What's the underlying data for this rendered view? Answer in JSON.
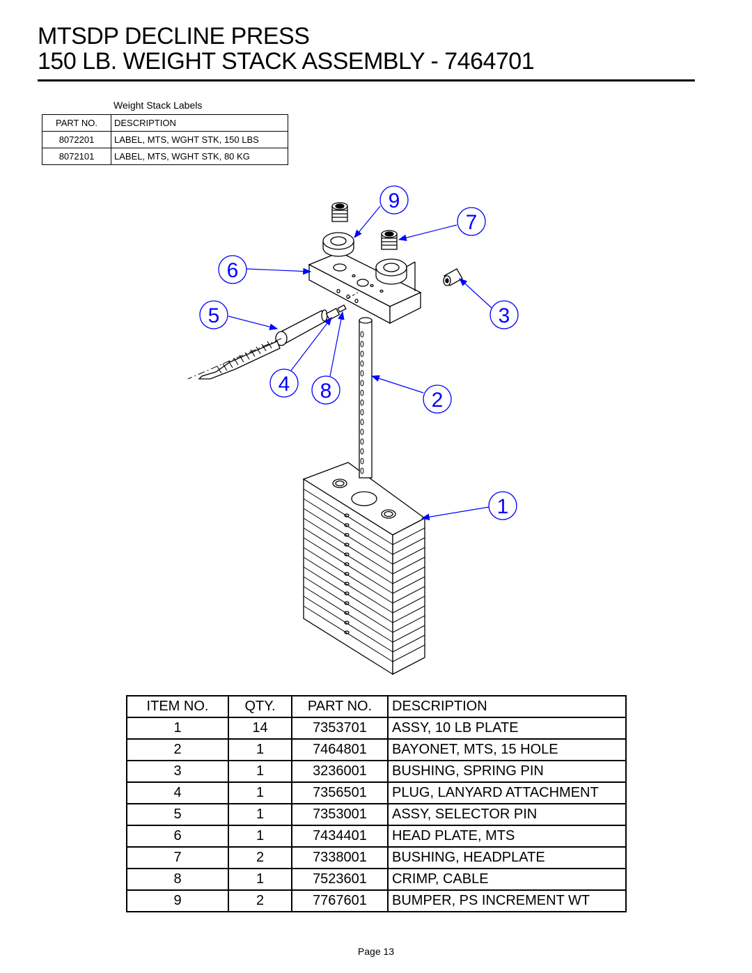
{
  "title": {
    "line1": "MTSDP DECLINE PRESS",
    "line2": "150 LB. WEIGHT STACK ASSEMBLY - 7464701"
  },
  "labels_table": {
    "caption": "Weight Stack Labels",
    "headers": [
      "PART NO.",
      "DESCRIPTION"
    ],
    "rows": [
      [
        "8072201",
        "LABEL, MTS, WGHT STK, 150 LBS"
      ],
      [
        "8072101",
        "LABEL, MTS, WGHT STK, 80 KG"
      ]
    ]
  },
  "callouts": [
    "9",
    "7",
    "6",
    "5",
    "3",
    "4",
    "8",
    "2",
    "1"
  ],
  "callout_color": "#0000ff",
  "bom": {
    "headers": [
      "ITEM NO.",
      "QTY.",
      "PART NO.",
      "DESCRIPTION"
    ],
    "rows": [
      [
        "1",
        "14",
        "7353701",
        "ASSY, 10 LB PLATE"
      ],
      [
        "2",
        "1",
        "7464801",
        "BAYONET, MTS, 15 HOLE"
      ],
      [
        "3",
        "1",
        "3236001",
        "BUSHING, SPRING PIN"
      ],
      [
        "4",
        "1",
        "7356501",
        "PLUG, LANYARD ATTACHMENT"
      ],
      [
        "5",
        "1",
        "7353001",
        "ASSY, SELECTOR PIN"
      ],
      [
        "6",
        "1",
        "7434401",
        "HEAD PLATE, MTS"
      ],
      [
        "7",
        "2",
        "7338001",
        "BUSHING, HEADPLATE"
      ],
      [
        "8",
        "1",
        "7523601",
        "CRIMP, CABLE"
      ],
      [
        "9",
        "2",
        "7767601",
        "BUMPER, PS INCREMENT WT"
      ]
    ]
  },
  "footer": {
    "page": "Page 13"
  }
}
